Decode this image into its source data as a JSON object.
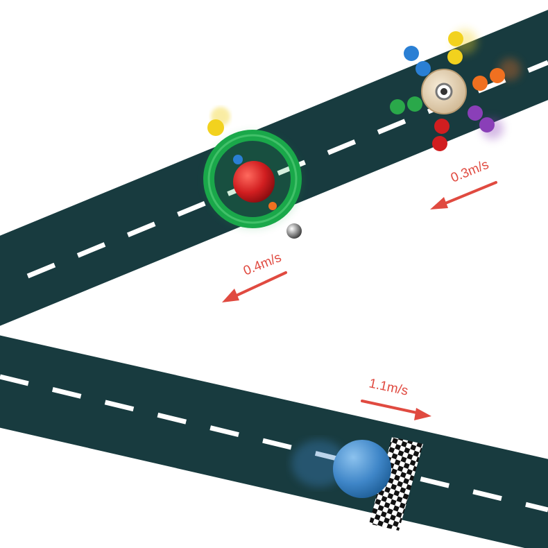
{
  "colors": {
    "background": "#ffffff",
    "road": "#183b3f",
    "road_edge": "#ffffff",
    "lane_marking": "#ffffff",
    "arrow": "#e04a40",
    "label": "#e04a40"
  },
  "speed_labels": {
    "spinner": "0.3m/s",
    "gyro": "0.4m/s",
    "marble": "1.1m/s"
  },
  "arrows": {
    "spinner": "left",
    "gyro": "left",
    "marble": "right"
  },
  "toys": {
    "gyro": {
      "ring_color": "#1aa84a",
      "ball_color": "#d11e20"
    },
    "spinner": {
      "hub_color": "#e9d9bd",
      "peg_colors": [
        "#f2d21e",
        "#2a7fd4",
        "#f07020",
        "#8a3fb8",
        "#d11e20",
        "#2aa84a"
      ]
    },
    "marble": {
      "color": "#3f86c8"
    },
    "small_ball": {
      "color": "#8a8a8a"
    }
  },
  "finish_line": "checkered-black-white"
}
